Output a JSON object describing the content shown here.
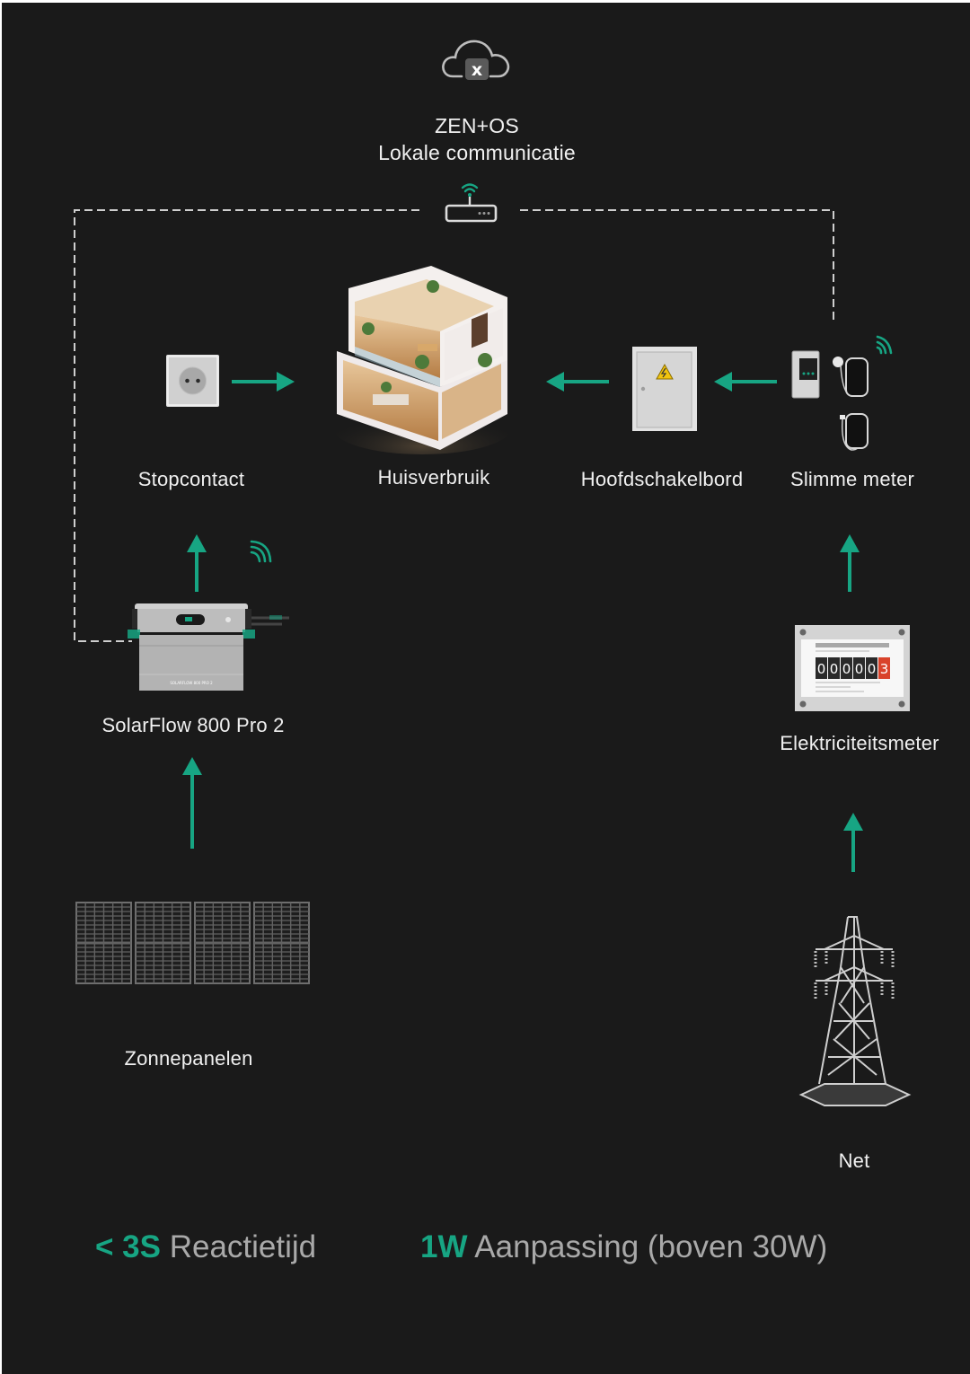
{
  "header": {
    "cloud_icon": "cloud-offline-icon",
    "cloud_badge": "x",
    "title": "ZEN+OS",
    "subtitle": "Lokale communicatie",
    "router_icon": "wifi-router-icon"
  },
  "nodes": {
    "stopcontact": {
      "label": "Stopcontact",
      "icon": "power-socket-icon"
    },
    "huisverbruik": {
      "label": "Huisverbruik",
      "icon": "house-icon"
    },
    "hoofdschakelbord": {
      "label": "Hoofdschakelbord",
      "icon": "electrical-panel-icon"
    },
    "slimme_meter": {
      "label": "Slimme meter",
      "icon": "smart-meter-icon"
    },
    "solarflow": {
      "label": "SolarFlow 800 Pro 2",
      "icon": "solarflow-device-icon",
      "device_text": "SOLARFLOW 800 PRO 2"
    },
    "elektriciteitsmeter": {
      "label": "Elektriciteitsmeter",
      "icon": "electricity-meter-icon",
      "digits": [
        "0",
        "0",
        "0",
        "0",
        "0",
        "3"
      ]
    },
    "zonnepanelen": {
      "label": "Zonnepanelen",
      "icon": "solar-panels-icon",
      "panel_count": 4
    },
    "net": {
      "label": "Net",
      "icon": "power-pylon-icon"
    }
  },
  "stats": [
    {
      "accent": "< 3S",
      "text": "Reactietijd"
    },
    {
      "accent": "1W",
      "text": "Aanpassing (boven 30W)"
    }
  ],
  "colors": {
    "background": "#1a1a1a",
    "accent": "#17a583",
    "text": "#f0f0f0",
    "muted_text": "#a9a9a9",
    "dashed_line": "#cfcfcf",
    "meter_red": "#d9432b"
  }
}
